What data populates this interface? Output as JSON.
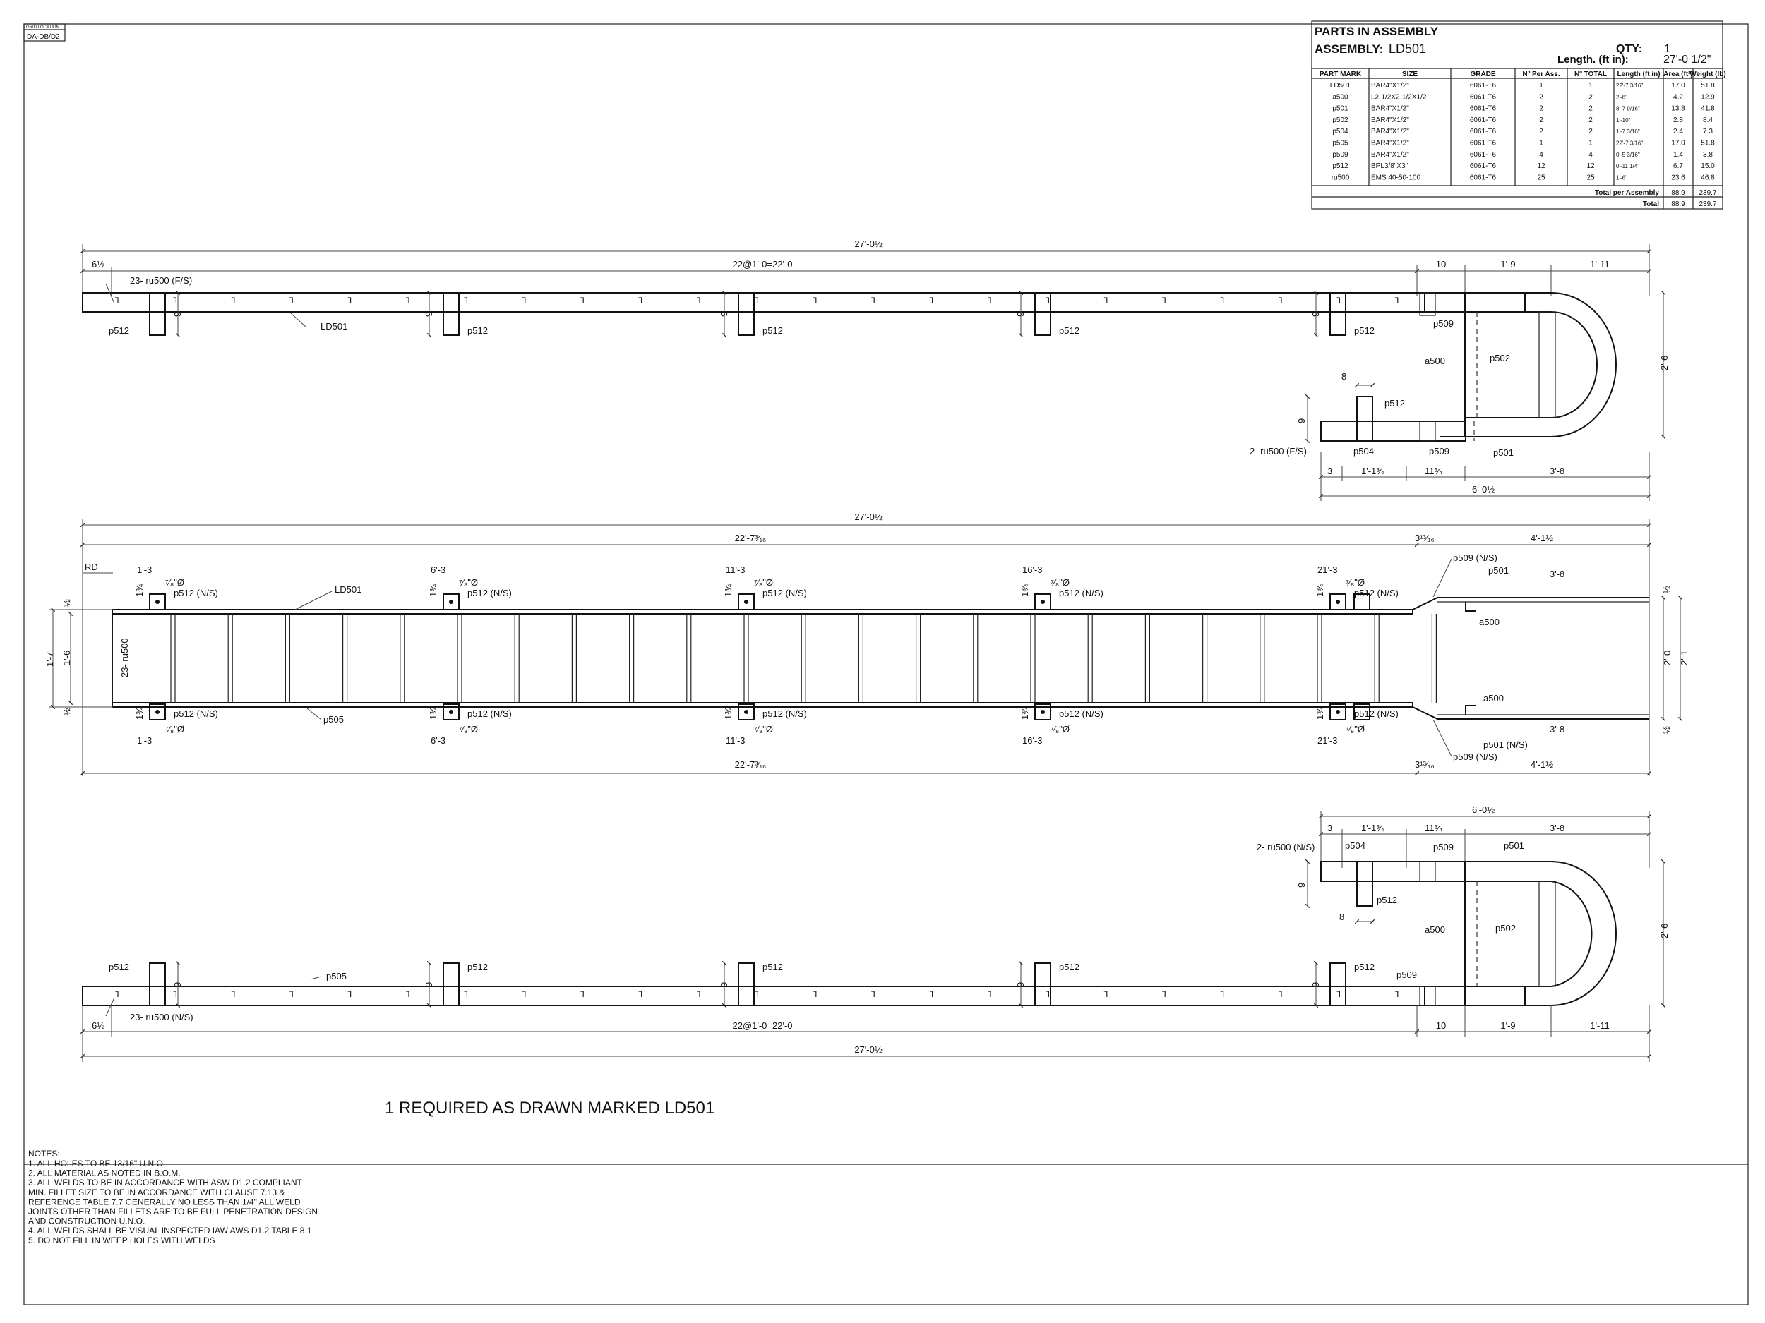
{
  "grid_location": {
    "label": "GRID LOCATION",
    "value": "DA-DB/D2"
  },
  "title_block": {
    "heading": "PARTS IN ASSEMBLY",
    "assembly_label": "ASSEMBLY:",
    "assembly_value": "LD501",
    "qty_label": "QTY:",
    "qty_value": "1",
    "length_label": "Length. (ft in):",
    "length_value": "27'-0 1/2\"",
    "columns": [
      "PART MARK",
      "SIZE",
      "GRADE",
      "Nº Per Ass.",
      "Nº TOTAL",
      "Length (ft in)",
      "Area (ft²)",
      "Weight (lb)"
    ],
    "rows": [
      [
        "LD501",
        "BAR4\"X1/2\"",
        "6061-T6",
        "1",
        "1",
        "22'-7 3/16\"",
        "17.0",
        "51.8"
      ],
      [
        "a500",
        "L2-1/2X2-1/2X1/2",
        "6061-T6",
        "2",
        "2",
        "2'-6\"",
        "4.2",
        "12.9"
      ],
      [
        "p501",
        "BAR4\"X1/2\"",
        "6061-T6",
        "2",
        "2",
        "8'-7 9/16\"",
        "13.8",
        "41.8"
      ],
      [
        "p502",
        "BAR4\"X1/2\"",
        "6061-T6",
        "2",
        "2",
        "1'-10\"",
        "2.8",
        "8.4"
      ],
      [
        "p504",
        "BAR4\"X1/2\"",
        "6061-T6",
        "2",
        "2",
        "1'-7 3/16\"",
        "2.4",
        "7.3"
      ],
      [
        "p505",
        "BAR4\"X1/2\"",
        "6061-T6",
        "1",
        "1",
        "22'-7 3/16\"",
        "17.0",
        "51.8"
      ],
      [
        "p509",
        "BAR4\"X1/2\"",
        "6061-T6",
        "4",
        "4",
        "0'-5 3/16\"",
        "1.4",
        "3.8"
      ],
      [
        "p512",
        "BPL3/8\"X3\"",
        "6061-T6",
        "12",
        "12",
        "0'-11 1/4\"",
        "6.7",
        "15.0"
      ],
      [
        "ru500",
        "EMS 40-50-100",
        "6061-T6",
        "25",
        "25",
        "1'-6\"",
        "23.6",
        "46.8"
      ]
    ],
    "total_per_assembly_label": "Total per Assembly",
    "total_per_assembly_area": "88.9",
    "total_per_assembly_weight": "239.7",
    "total_label": "Total",
    "total_area": "88.9",
    "total_weight": "239.7"
  },
  "view_top": {
    "overall_dim": "27'-0½",
    "left_dim": "6½",
    "span_dim": "22@1'-0=22'-0",
    "dim_10": "10",
    "dim_1_9": "1'-9",
    "dim_1_11": "1'-11",
    "rungs_note": "23- ru500 (F/S)",
    "main_member": "LD501",
    "plate": "p512",
    "plate_height": "9",
    "p509": "p509",
    "a500": "a500",
    "p502": "p502",
    "p501": "p501",
    "hoop_height": "2'-6"
  },
  "detail_fs": {
    "dim_8": "8",
    "p512": "p512",
    "dim_9": "9",
    "rungs_note": "2- ru500 (F/S)",
    "p504": "p504",
    "p509": "p509",
    "p501": "p501",
    "dim_3": "3",
    "dim_1_1_3_4": "1'-1¾",
    "dim_11_3_4": "11¾",
    "dim_3_8": "3'-8",
    "dim_6_0_1_2": "6'-0½"
  },
  "plan_view": {
    "overall_dim": "27'-0½",
    "inner_dim": "22'-7³⁄₁₆",
    "dim_3_13_16": "3¹³⁄₁₆",
    "dim_4_1_1_2": "4'-1½",
    "rd": "RD",
    "main_member": "LD501",
    "side_member": "p505",
    "rungs_note": "23- ru500",
    "hole_dia": "⁷⁄₈\"Ø",
    "dim_1_3_4": "1¾",
    "dim_1_2": "½",
    "dim_1_7": "1'-7",
    "dim_1_6": "1'-6",
    "dim_2_0": "2'-0",
    "dim_2_1": "2'-1",
    "dim_3_8": "3'-8",
    "stations": [
      "1'-3",
      "6'-3",
      "11'-3",
      "16'-3",
      "21'-3"
    ],
    "plate_ns": "p512 (N/S)",
    "p509_ns": "p509 (N/S)",
    "p501": "p501",
    "p501_ns": "p501 (N/S)",
    "a500": "a500"
  },
  "view_bottom": {
    "overall_dim": "27'-0½",
    "left_dim": "6½",
    "span_dim": "22@1'-0=22'-0",
    "dim_10": "10",
    "dim_1_9": "1'-9",
    "dim_1_11": "1'-11",
    "rungs_note": "23- ru500 (N/S)",
    "side_member": "p505",
    "plate": "p512",
    "plate_height": "9",
    "p509": "p509",
    "a500": "a500",
    "p502": "p502",
    "hoop_height": "2'-6"
  },
  "detail_ns": {
    "dim_6_0_1_2": "6'-0½",
    "dim_3": "3",
    "dim_1_1_3_4": "1'-1¾",
    "dim_11_3_4": "11¾",
    "dim_3_8": "3'-8",
    "rungs_note": "2- ru500 (N/S)",
    "p504": "p504",
    "p509": "p509",
    "p501": "p501",
    "p512": "p512",
    "dim_9": "9",
    "dim_8": "8"
  },
  "caption": "1 REQUIRED AS DRAWN MARKED LD501",
  "notes": {
    "heading": "NOTES:",
    "lines": [
      "1.  ALL HOLES TO BE    13/16\"  U.N.O.",
      "2.  ALL MATERIAL AS NOTED IN B.O.M.",
      "3.  ALL WELDS TO BE IN ACCORDANCE WITH ASW D1.2 COMPLIANT",
      "     MIN. FILLET SIZE TO BE IN ACCORDANCE WITH CLAUSE 7.13 &",
      "     REFERENCE TABLE 7.7 GENERALLY NO LESS THAN 1/4\" ALL WELD",
      "     JOINTS OTHER THAN FILLETS ARE TO BE FULL PENETRATION DESIGN",
      "     AND CONSTRUCTION U.N.O.",
      "4.  ALL WELDS SHALL BE VISUAL INSPECTED IAW AWS D1.2 TABLE 8.1",
      "5.  DO NOT FILL IN WEEP HOLES WITH WELDS"
    ]
  }
}
